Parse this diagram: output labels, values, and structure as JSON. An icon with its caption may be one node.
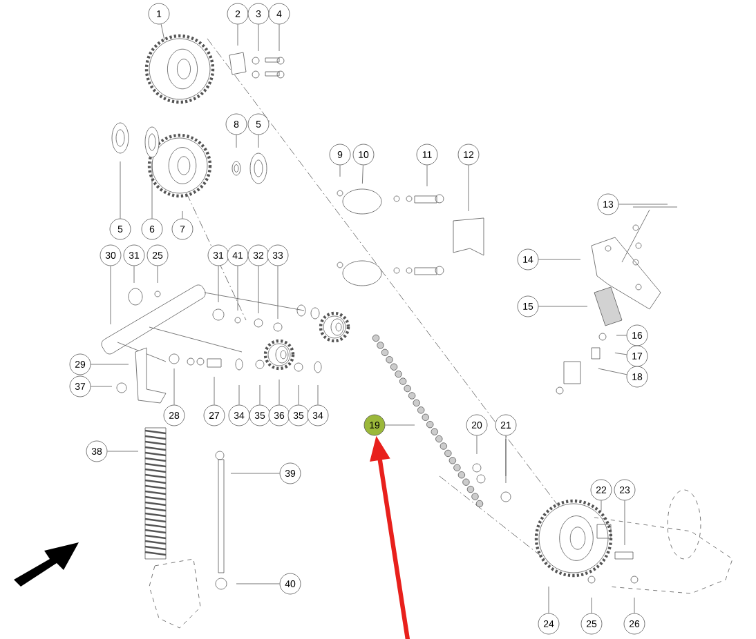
{
  "diagram": {
    "nodes": [
      {
        "text": [
          "1"
        ]
      },
      {
        "text": [
          "2"
        ]
      },
      {
        "text": [
          "3"
        ]
      },
      {
        "text": [
          "4"
        ]
      },
      {
        "text": [
          "8"
        ]
      },
      {
        "text": [
          "5"
        ]
      },
      {
        "text": [
          "9"
        ]
      },
      {
        "text": [
          "10"
        ]
      },
      {
        "text": [
          "11"
        ]
      },
      {
        "text": [
          "12"
        ]
      },
      {
        "text": [
          "13"
        ]
      },
      {
        "text": [
          "5"
        ]
      },
      {
        "text": [
          "6"
        ]
      },
      {
        "text": [
          "7"
        ]
      },
      {
        "text": [
          "30"
        ]
      },
      {
        "text": [
          "31"
        ]
      },
      {
        "text": [
          "25"
        ]
      },
      {
        "text": [
          "31"
        ]
      },
      {
        "text": [
          "41"
        ]
      },
      {
        "text": [
          "32"
        ]
      },
      {
        "text": [
          "33"
        ]
      },
      {
        "text": [
          "14"
        ]
      },
      {
        "text": [
          "15"
        ]
      },
      {
        "text": [
          "16"
        ]
      },
      {
        "text": [
          "17"
        ]
      },
      {
        "text": [
          "29"
        ]
      },
      {
        "text": [
          "18"
        ]
      },
      {
        "text": [
          "37"
        ]
      },
      {
        "text": [
          "28"
        ]
      },
      {
        "text": [
          "27"
        ]
      },
      {
        "text": [
          "34"
        ]
      },
      {
        "text": [
          "35"
        ]
      },
      {
        "text": [
          "36"
        ]
      },
      {
        "text": [
          "35"
        ]
      },
      {
        "text": [
          "34"
        ]
      },
      {
        "text": [
          "19"
        ]
      },
      {
        "text": [
          "20"
        ]
      },
      {
        "text": [
          "21"
        ]
      },
      {
        "text": [
          "38"
        ]
      },
      {
        "text": [
          "39"
        ]
      },
      {
        "text": [
          "22"
        ]
      },
      {
        "text": [
          "23"
        ]
      },
      {
        "text": [
          "40"
        ]
      },
      {
        "text": [
          "24"
        ]
      },
      {
        "text": [
          "25"
        ]
      },
      {
        "text": [
          "26"
        ]
      }
    ],
    "edges": [
      {
        "from": 0,
        "to": null,
        "arrow": "none"
      },
      {
        "from": 1,
        "to": null,
        "arrow": "none"
      },
      {
        "from": 2,
        "to": null,
        "arrow": "none"
      },
      {
        "from": 3,
        "to": null,
        "arrow": "none"
      },
      {
        "from": 4,
        "to": null,
        "arrow": "none"
      },
      {
        "from": 5,
        "to": null,
        "arrow": "none"
      },
      {
        "from": 6,
        "to": null,
        "arrow": "none"
      },
      {
        "from": 7,
        "to": null,
        "arrow": "none"
      },
      {
        "from": 8,
        "to": null,
        "arrow": "none"
      },
      {
        "from": 9,
        "to": null,
        "arrow": "none"
      },
      {
        "from": 10,
        "to": null,
        "arrow": "none"
      },
      {
        "from": 11,
        "to": null,
        "arrow": "none"
      },
      {
        "from": 12,
        "to": null,
        "arrow": "none"
      },
      {
        "from": 13,
        "to": null,
        "arrow": "none"
      },
      {
        "from": 14,
        "to": null,
        "arrow": "none"
      },
      {
        "from": 15,
        "to": null,
        "arrow": "none"
      },
      {
        "from": 16,
        "to": null,
        "arrow": "none"
      },
      {
        "from": 17,
        "to": null,
        "arrow": "none"
      },
      {
        "from": 18,
        "to": null,
        "arrow": "none"
      },
      {
        "from": 19,
        "to": null,
        "arrow": "none"
      },
      {
        "from": 20,
        "to": null,
        "arrow": "none"
      },
      {
        "from": 21,
        "to": null,
        "arrow": "none"
      },
      {
        "from": 22,
        "to": null,
        "arrow": "none"
      },
      {
        "from": 23,
        "to": null,
        "arrow": "none"
      },
      {
        "from": 24,
        "to": null,
        "arrow": "none"
      },
      {
        "from": 25,
        "to": null,
        "arrow": "none"
      },
      {
        "from": 26,
        "to": null,
        "arrow": "none"
      },
      {
        "from": 27,
        "to": null,
        "arrow": "none"
      },
      {
        "from": 28,
        "to": null,
        "arrow": "none"
      },
      {
        "from": 29,
        "to": null,
        "arrow": "none"
      },
      {
        "from": 30,
        "to": null,
        "arrow": "none"
      },
      {
        "from": 31,
        "to": null,
        "arrow": "none"
      },
      {
        "from": 32,
        "to": null,
        "arrow": "none"
      },
      {
        "from": 33,
        "to": null,
        "arrow": "none"
      },
      {
        "from": 34,
        "to": null,
        "arrow": "none"
      },
      {
        "from": 35,
        "to": null,
        "arrow": "none"
      },
      {
        "from": 36,
        "to": null,
        "arrow": "none"
      },
      {
        "from": 37,
        "to": null,
        "arrow": "none"
      },
      {
        "from": 38,
        "to": null,
        "arrow": "none"
      },
      {
        "from": 39,
        "to": null,
        "arrow": "none"
      },
      {
        "from": 40,
        "to": null,
        "arrow": "none"
      },
      {
        "from": 41,
        "to": null,
        "arrow": "none"
      },
      {
        "from": 42,
        "to": null,
        "arrow": "none"
      },
      {
        "from": 43,
        "to": null,
        "arrow": "none"
      },
      {
        "from": 44,
        "to": null,
        "arrow": "none"
      },
      {
        "from": 45,
        "to": null,
        "arrow": "none"
      },
      {
        "from": null,
        "to": 35,
        "arrow": "to",
        "style": "thick",
        "color": "#e8201c"
      }
    ]
  }
}
